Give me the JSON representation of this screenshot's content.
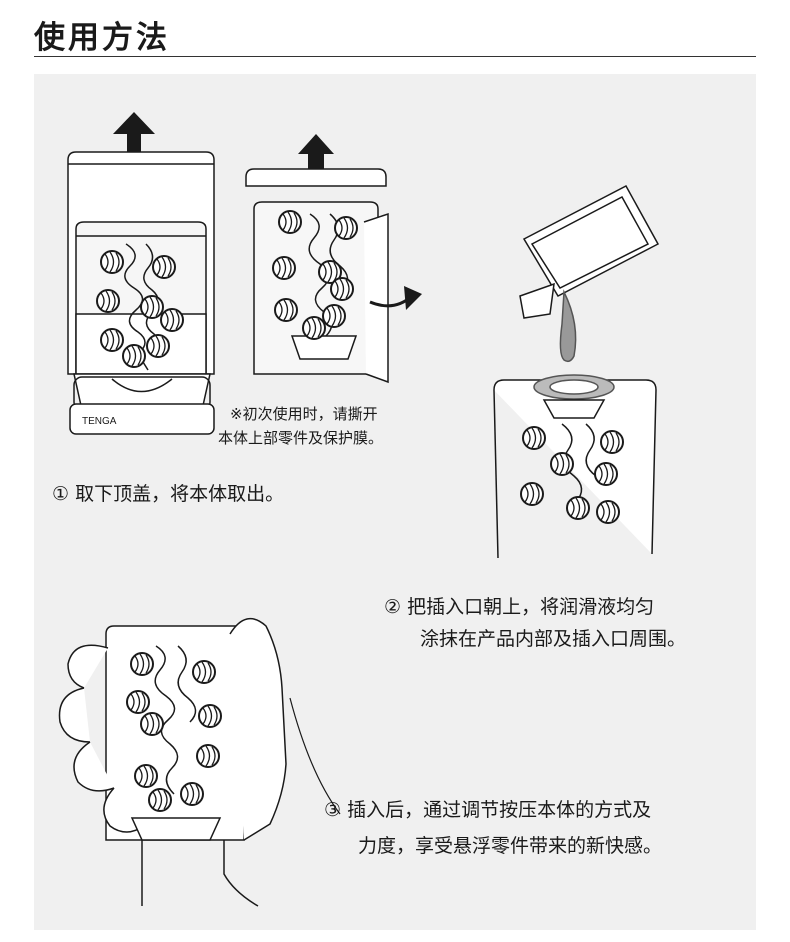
{
  "header": {
    "title": "使用方法"
  },
  "illustration": {
    "brand_label": "TENGA"
  },
  "note": {
    "line1": "※初次使用时，请撕开",
    "line2": "本体上部零件及保护膜。"
  },
  "steps": [
    {
      "line1": "① 取下顶盖，将本体取出。"
    },
    {
      "line1": "② 把插入口朝上，将润滑液均匀",
      "line2": "涂抹在产品内部及插入口周围。"
    },
    {
      "line1": "③ 插入后，通过调节按压本体的方式及",
      "line2": "力度，享受悬浮零件带来的新快感。"
    }
  ]
}
